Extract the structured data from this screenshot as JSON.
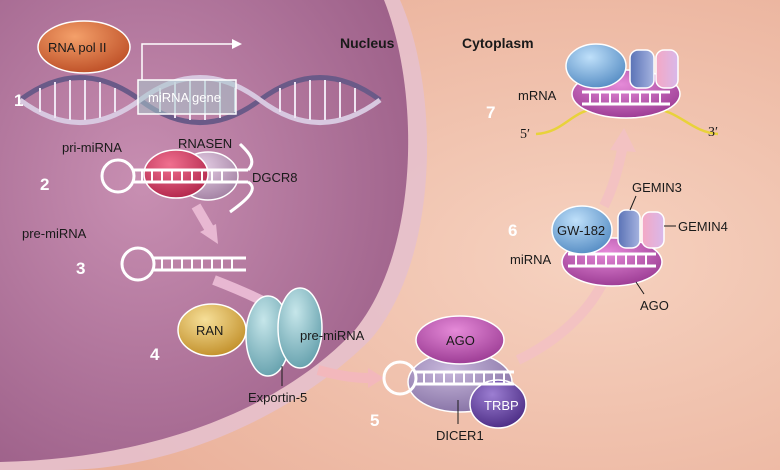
{
  "compartments": {
    "nucleus": "Nucleus",
    "cytoplasm": "Cytoplasm"
  },
  "steps": [
    "1",
    "2",
    "3",
    "4",
    "5",
    "6",
    "7"
  ],
  "labels": {
    "rna_pol": "RNA pol II",
    "mirna_gene": "miRNA gene",
    "pri_mirna": "pri-miRNA",
    "rnasen": "RNASEN",
    "dgcr8": "DGCR8",
    "pre_mirna_nuc": "pre-miRNA",
    "ran": "RAN",
    "exportin": "Exportin-5",
    "pre_mirna_cyt": "pre-miRNA",
    "ago_dicer": "AGO",
    "trbp": "TRBP",
    "dicer1": "DICER1",
    "gw182": "GW-182",
    "gemin3": "GEMIN3",
    "gemin4": "GEMIN4",
    "mirna": "miRNA",
    "ago_risc": "AGO",
    "mrna": "mRNA",
    "five_prime": "5′",
    "three_prime": "3′"
  },
  "colors": {
    "nucleus": "#b77aa0",
    "cytoplasm": "#f1c3ae",
    "ago": "#c25ab4",
    "dgcr8": "#c4a6c4",
    "rnasen": "#d9426a",
    "ran": "#e0b85a",
    "exportin": "#8fc2cc",
    "trbp": "#6a4aa8",
    "gw182": "#7ab0de",
    "rna_pol": "#d9703a",
    "mrna": "#e8d23a"
  }
}
